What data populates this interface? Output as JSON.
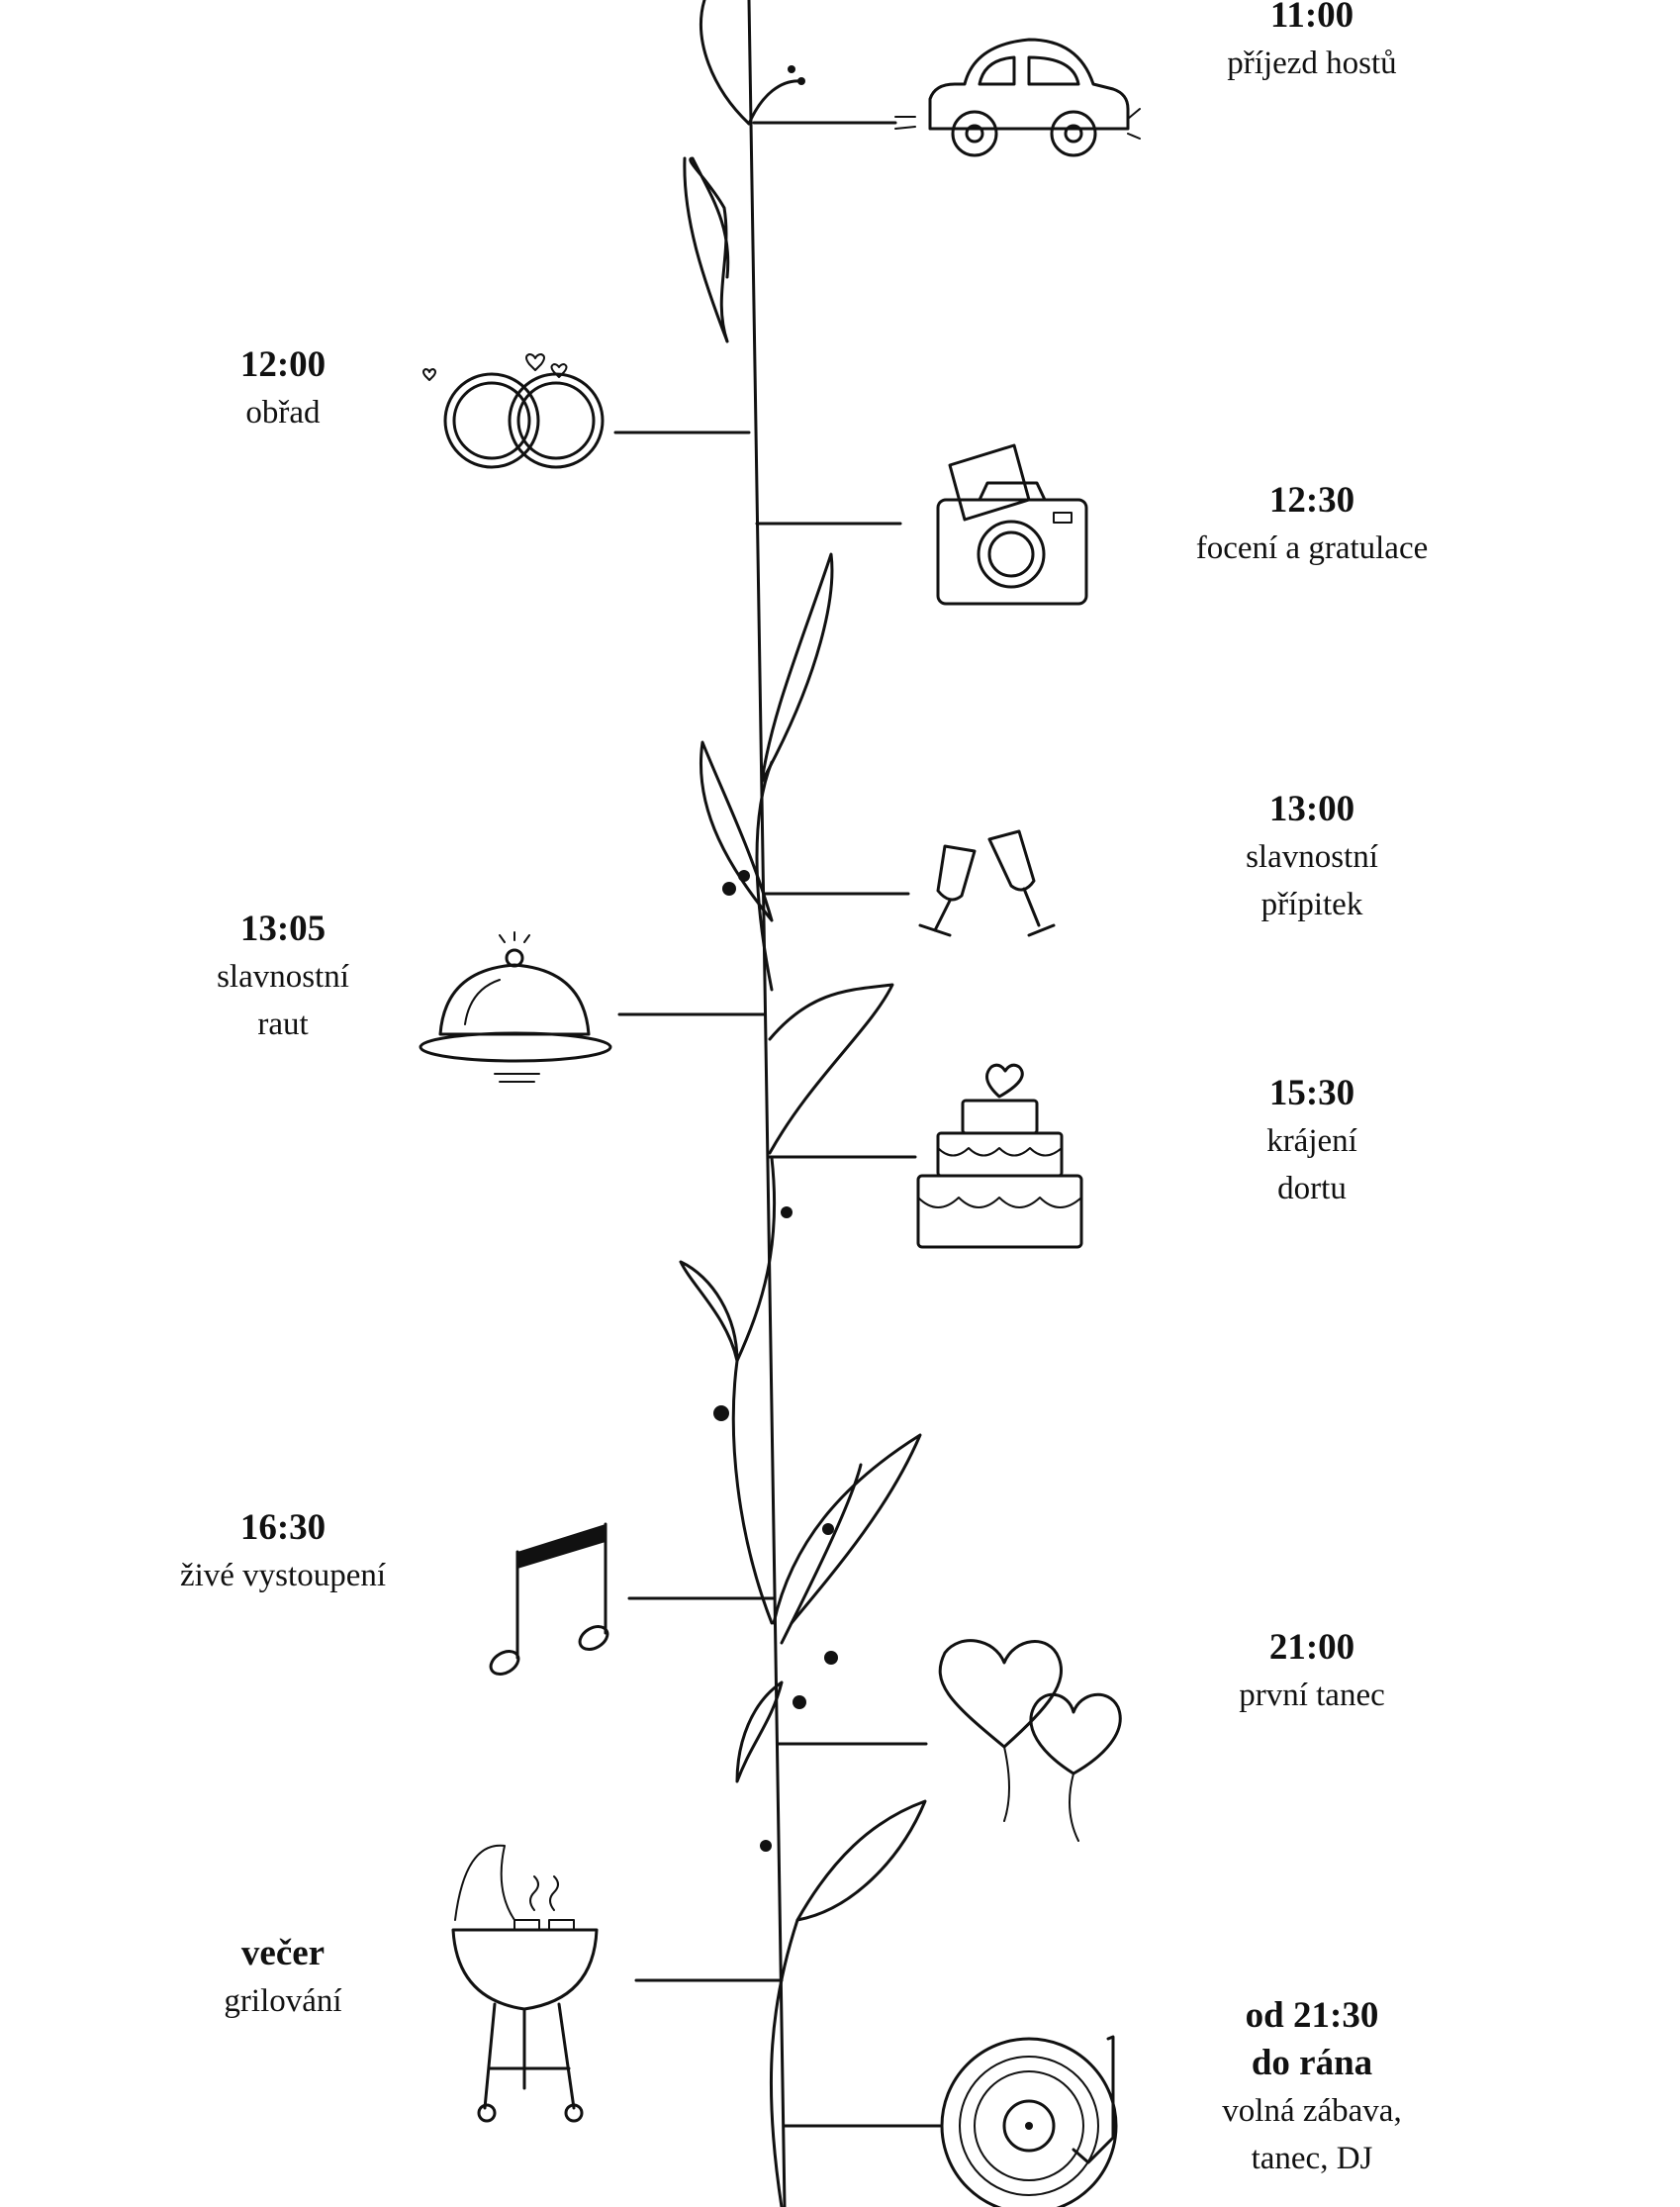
{
  "events": [
    {
      "time": [
        "11:00"
      ],
      "label": [
        "příjezd hostů"
      ],
      "icon": "car-icon"
    },
    {
      "time": [
        "12:00"
      ],
      "label": [
        "obřad"
      ],
      "icon": "wedding-rings-icon"
    },
    {
      "time": [
        "12:30"
      ],
      "label": [
        "focení a gratulace"
      ],
      "icon": "camera-icon"
    },
    {
      "time": [
        "13:00"
      ],
      "label": [
        "slavnostní",
        "přípitek"
      ],
      "icon": "champagne-glasses-icon"
    },
    {
      "time": [
        "13:05"
      ],
      "label": [
        "slavnostní",
        "raut"
      ],
      "icon": "food-cloche-icon"
    },
    {
      "time": [
        "15:30"
      ],
      "label": [
        "krájení",
        "dortu"
      ],
      "icon": "wedding-cake-icon"
    },
    {
      "time": [
        "16:30"
      ],
      "label": [
        "živé vystoupení"
      ],
      "icon": "music-note-icon"
    },
    {
      "time": [
        "21:00"
      ],
      "label": [
        "první tanec"
      ],
      "icon": "heart-balloons-icon"
    },
    {
      "time": [
        "večer"
      ],
      "label": [
        "grilování"
      ],
      "icon": "grill-icon"
    },
    {
      "time": [
        "od 21:30",
        "do rána"
      ],
      "label": [
        "volná zábava,",
        "tanec, DJ"
      ],
      "icon": "vinyl-record-icon"
    }
  ]
}
